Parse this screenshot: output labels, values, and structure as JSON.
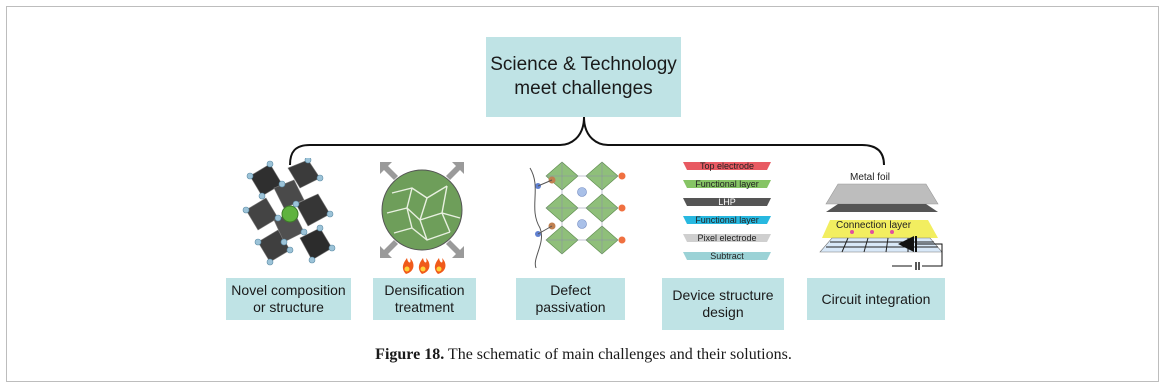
{
  "top_box": {
    "line1": "Science & Technology",
    "line2": "meet challenges"
  },
  "panels": [
    {
      "line1": "Novel composition",
      "line2": "or structure"
    },
    {
      "line1": "Densification",
      "line2": "treatment"
    },
    {
      "line1": "Defect",
      "line2": "passivation"
    },
    {
      "line1": "Device structure",
      "line2": "design"
    },
    {
      "line1": "Circuit integration",
      "line2": ""
    }
  ],
  "device_layers": [
    "Top electrode",
    "Functional layer",
    "LHP",
    "Functional layer",
    "Pixel electrode",
    "Subtract"
  ],
  "circuit_labels": {
    "metal_foil": "Metal foil",
    "connection_layer": "Connection layer"
  },
  "caption": {
    "figure_label": "Figure 18.",
    "text": " The schematic of main challenges and their solutions."
  },
  "colors": {
    "label_bg": "#bfe3e5",
    "octahedron": "#3a3a3a",
    "grain": "#6e9e5a",
    "perovskite_green": "#8fbf7a"
  }
}
